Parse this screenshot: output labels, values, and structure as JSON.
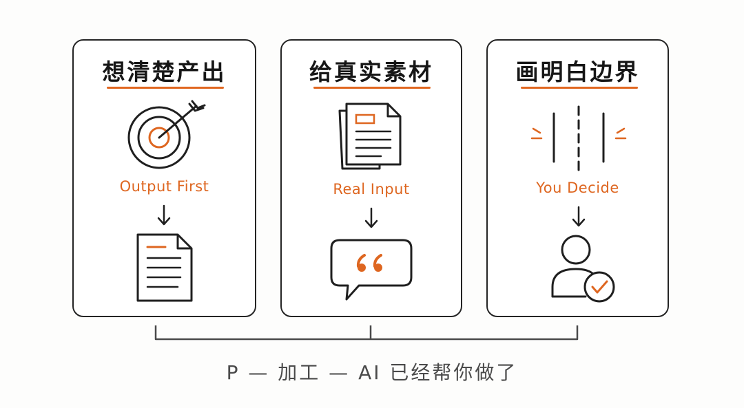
{
  "cards": [
    {
      "title": "想清楚产出",
      "caption": "Output First"
    },
    {
      "title": "给真实素材",
      "caption": "Real Input"
    },
    {
      "title": "画明白边界",
      "caption": "You Decide"
    }
  ],
  "footer": {
    "text": "P — 加工 — AI 已经帮你做了"
  },
  "icons": [
    "target-icon",
    "document-icon",
    "stacked-documents-icon",
    "quote-bubble-icon",
    "boundary-lines-icon",
    "person-check-icon"
  ],
  "colors": {
    "accent": "#e0661f",
    "ink": "#242424"
  }
}
